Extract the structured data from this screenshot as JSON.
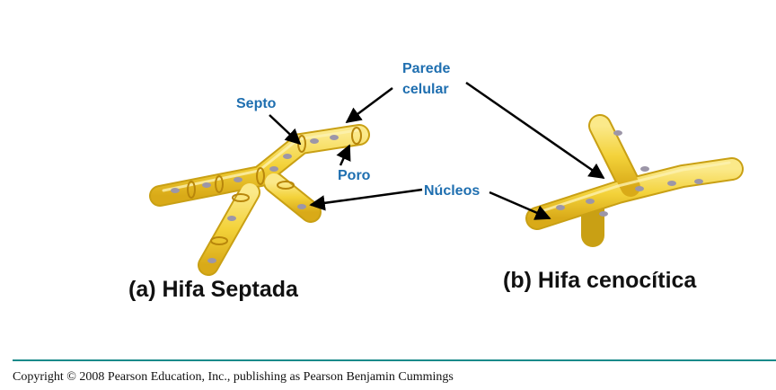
{
  "labels": {
    "septo": "Septo",
    "parede_line1": "Parede",
    "parede_line2": "celular",
    "poro": "Poro",
    "nucleos": "Núcleos"
  },
  "captions": {
    "septada": "(a) Hifa Septada",
    "cenocitica": "(b) Hifa cenocítica"
  },
  "footer": {
    "copyright": "Copyright  © 2008  Pearson Education, Inc., publishing  as Pearson Benjamin Cummings"
  },
  "colors": {
    "hypha_fill": "#f3d23a",
    "hypha_edge": "#c9a014",
    "nucleus": "#9c96a8",
    "label_text": "#1f6fb0",
    "divider": "#1a8a8a"
  }
}
